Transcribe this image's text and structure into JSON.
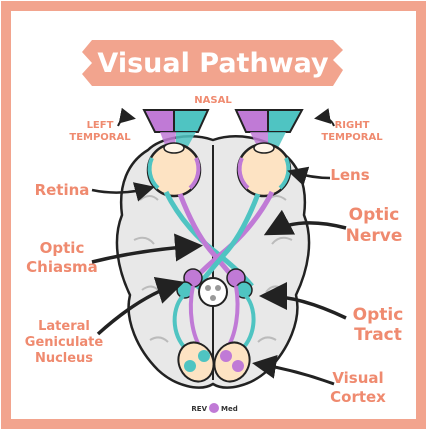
{
  "title": "Visual Pathway",
  "labels": {
    "nasal": "NASAL",
    "left_temporal": [
      "LEFT",
      "TEMPORAL"
    ],
    "right_temporal": [
      "RIGHT",
      "TEMPORAL"
    ],
    "retina": "Retina",
    "lens": "Lens",
    "optic_nerve": [
      "Optic",
      "Nerve"
    ],
    "optic_chiasma": [
      "Optic",
      "Chiasma"
    ],
    "optic_tract": [
      "Optic",
      "Tract"
    ],
    "lateral_geniculate_nucleus": [
      "Lateral",
      "Geniculate",
      "Nucleus"
    ],
    "visual_cortex": [
      "Visual",
      "Cortex"
    ]
  },
  "brand": {
    "left": "REV",
    "right": "Med"
  },
  "colors": {
    "border": "#f2a48e",
    "accent": "#ef8a6f",
    "purple": "#c07ad6",
    "teal": "#4fc4c2",
    "brain": "#e8e8e8",
    "eye": "#fde3c3"
  }
}
